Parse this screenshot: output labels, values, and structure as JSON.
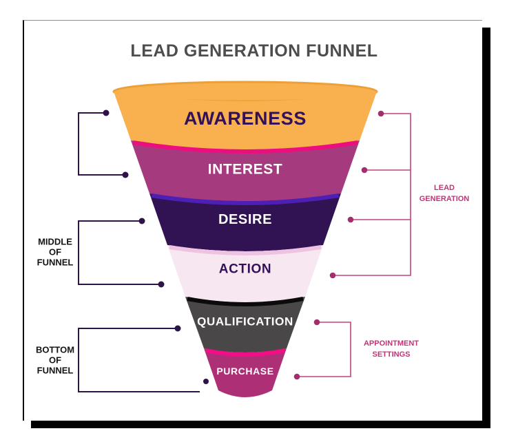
{
  "title": {
    "text": "LEAD GENERATION FUNNEL",
    "color": "#4D4D4D"
  },
  "funnel": {
    "stages": [
      {
        "label": "AWARENESS",
        "body_color": "#F8B14E",
        "rim_color": "#EDA038",
        "text_color": "#33115A"
      },
      {
        "label": "INTEREST",
        "body_color": "#A53B7E",
        "rim_color": "#EC0E7E",
        "text_color": "#FFFFFF"
      },
      {
        "label": "DESIRE",
        "body_color": "#311353",
        "rim_color": "#4D1FB5",
        "text_color": "#FFFFFF"
      },
      {
        "label": "ACTION",
        "body_color": "#F7E7F1",
        "rim_color": "#EEC3E2",
        "text_color": "#33115A"
      },
      {
        "label": "QUALIFICATION",
        "body_color": "#494747",
        "rim_color": "#0B0B0B",
        "text_color": "#FFFFFF"
      },
      {
        "label": "PURCHASE",
        "body_color": "#AD3076",
        "rim_color": "#F30D86",
        "text_color": "#FFFFFF"
      }
    ]
  },
  "left_labels": {
    "bracket_color": "#2D1347",
    "middle_of_funnel": {
      "color": "#141414",
      "lines": [
        "MIDDLE",
        "OF",
        "FUNNEL"
      ]
    },
    "bottom_of_funnel": {
      "color": "#141414",
      "lines": [
        "BOTTOM",
        "OF",
        "FUNNEL"
      ]
    }
  },
  "right_labels": {
    "bracket_color": "#C2417F",
    "dot_color": "#A22E6C",
    "lead_generation": {
      "color": "#C23377",
      "lines": [
        "LEAD",
        "GENERATION"
      ]
    },
    "appointment_settings": {
      "color": "#C23377",
      "lines": [
        "APPOINTMENT",
        "SETTINGS"
      ]
    }
  }
}
